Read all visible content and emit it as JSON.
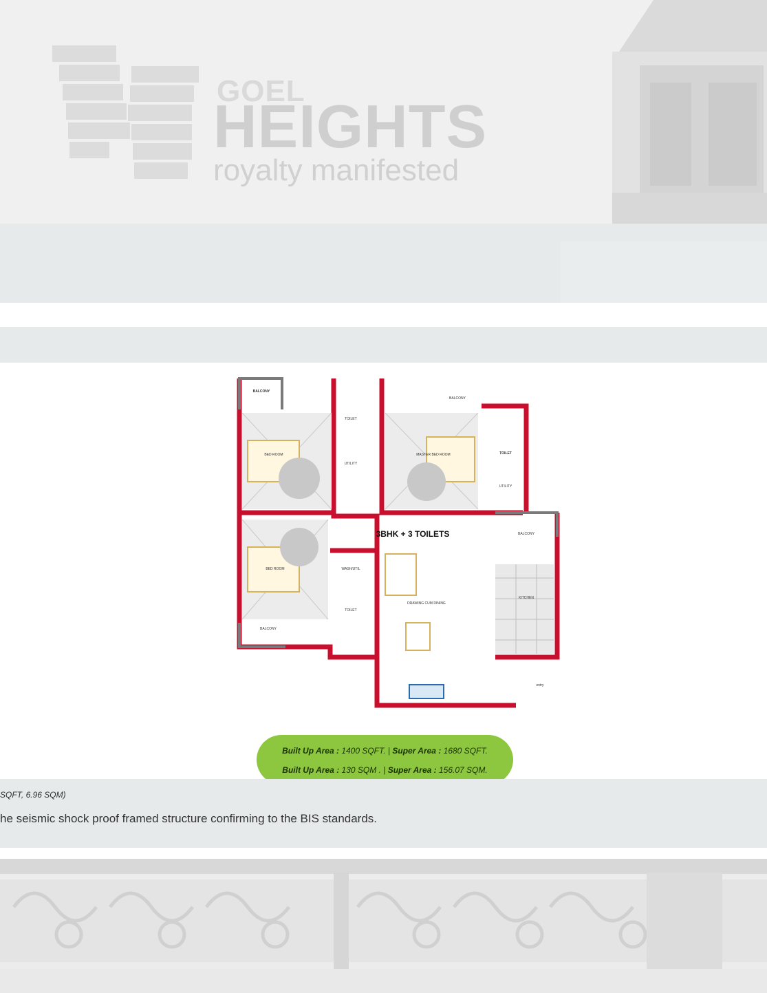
{
  "brand": {
    "line1": "GOEL",
    "line2": "HEIGHTS",
    "tagline": "royalty manifested"
  },
  "plan": {
    "heading": "3BHK + 3 TOILETS",
    "rooms": {
      "balcony": "BALCONY",
      "bedroom": "BED ROOM",
      "toilet": "TOILET",
      "utility": "UTILITY",
      "master_bedroom": "MASTER BED ROOM",
      "wash_basin": "WASH/UTIL",
      "drawing_dining": "DRAWING CUM DINING",
      "kitchen": "KITCHEN",
      "entry": "entry"
    }
  },
  "area": {
    "built_up_label": "Built Up Area :",
    "built_up_sqft": "1400 SQFT.",
    "super_label": "Super Area :",
    "super_sqft": "1680 SQFT.",
    "built_up_sqm": "130 SQM .",
    "super_sqm": "156.07 SQM.",
    "separator": "|"
  },
  "notes": {
    "line1": "SQFT, 6.96 SQM)",
    "line2": "he seismic shock proof framed structure confirming to the BIS standards."
  },
  "colors": {
    "wall": "#c8102e",
    "pill": "#8dc63f",
    "band": "#e6eaea"
  }
}
